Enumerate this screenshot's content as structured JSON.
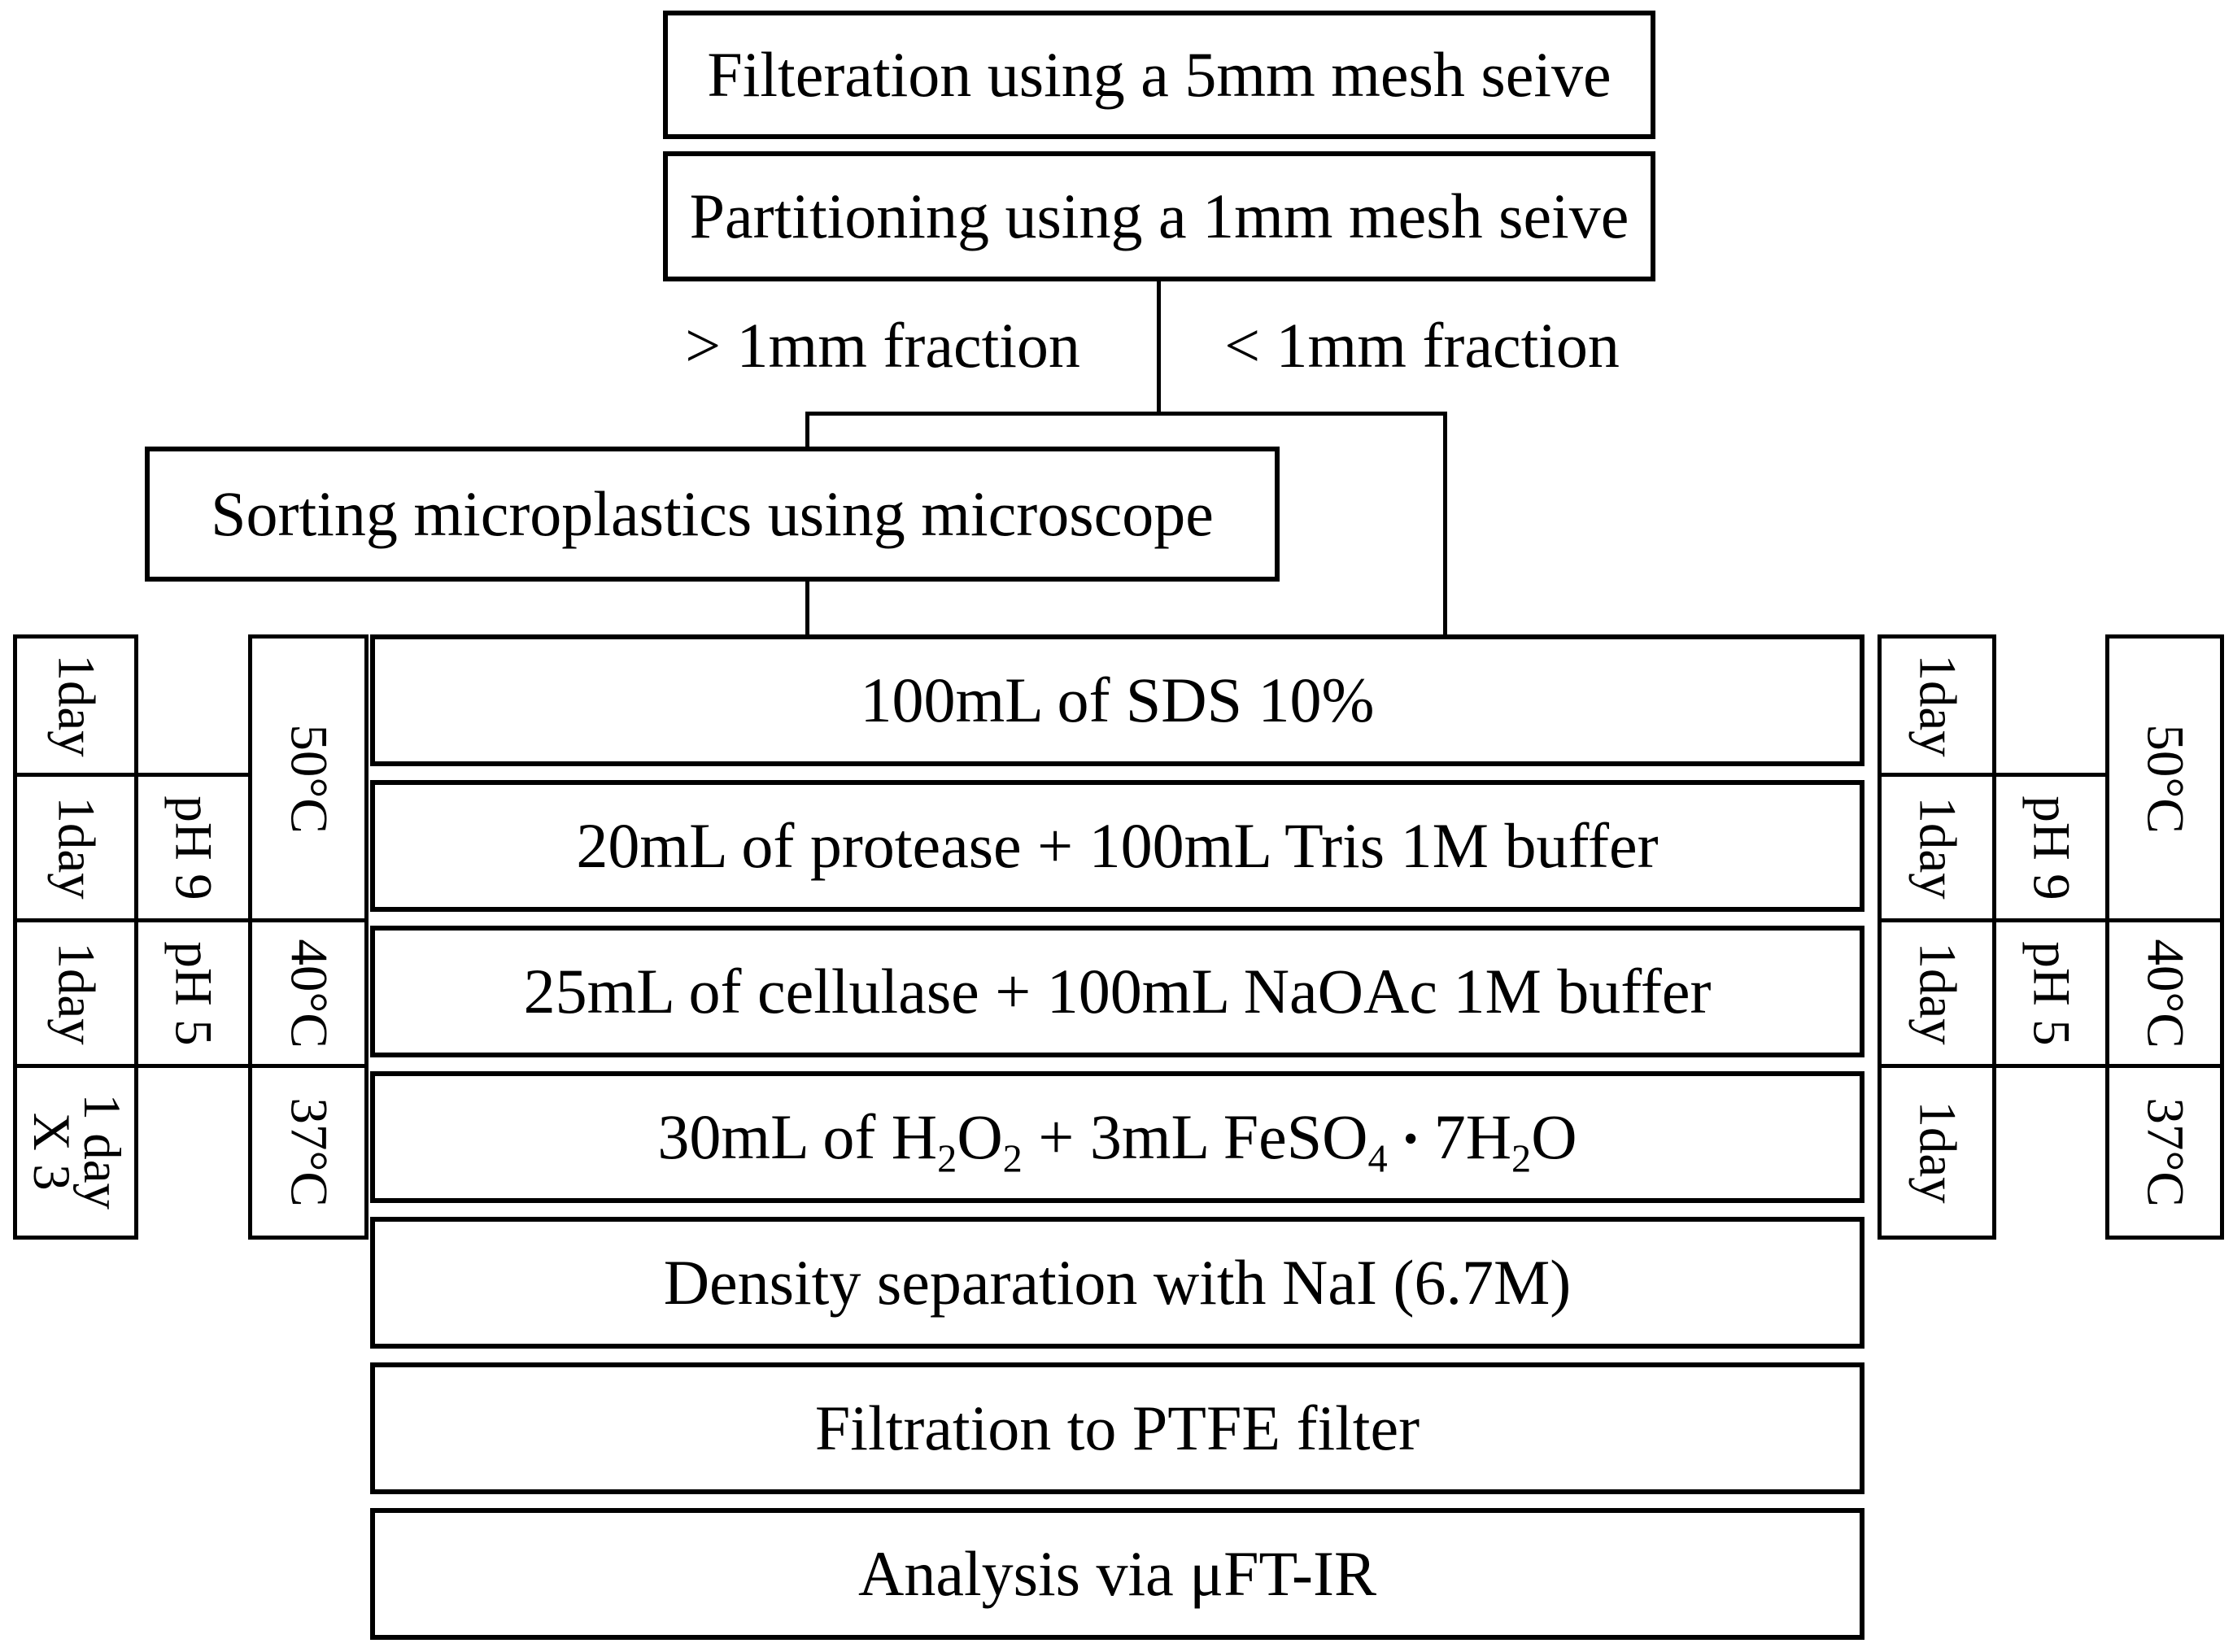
{
  "flow": {
    "step_filtration": "Filteration using a 5mm mesh seive",
    "step_partitioning": "Partitioning using a 1mm mesh seive",
    "branch_left": "> 1mm fraction",
    "branch_right": "< 1mm fraction",
    "step_sorting": "Sorting microplastics using microscope",
    "steps": [
      "100mL of SDS 10%",
      "20mL of protease + 100mL Tris 1M buffer",
      "25mL of cellulase + 100mL NaOAc 1M buffer",
      [
        {
          "t": "30mL of H"
        },
        {
          "t": "2",
          "sub": true
        },
        {
          "t": "O"
        },
        {
          "t": "2",
          "sub": true
        },
        {
          "t": " + 3mL FeSO"
        },
        {
          "t": "4",
          "sub": true
        },
        {
          "t": " "
        },
        {
          "t": "•",
          "dot": true
        },
        {
          "t": " 7H"
        },
        {
          "t": "2",
          "sub": true
        },
        {
          "t": "O"
        }
      ],
      "Density separation with NaI (6.7M)",
      "Filtration to PTFE filter",
      "Analysis via μFT-IR"
    ]
  },
  "left_conditions": {
    "durations": [
      "1day",
      "1day",
      "1day"
    ],
    "duration_last": [
      "1 day",
      "X 3"
    ],
    "ph_values": [
      "pH 9",
      "pH 5"
    ],
    "temperatures": [
      "50°C",
      "40°C",
      "37°C"
    ]
  },
  "right_conditions": {
    "durations": [
      "1day",
      "1day",
      "1day",
      "1day"
    ],
    "ph_values": [
      "pH 9",
      "pH 5"
    ],
    "temperatures": [
      "50°C",
      "40°C",
      "37°C"
    ]
  }
}
